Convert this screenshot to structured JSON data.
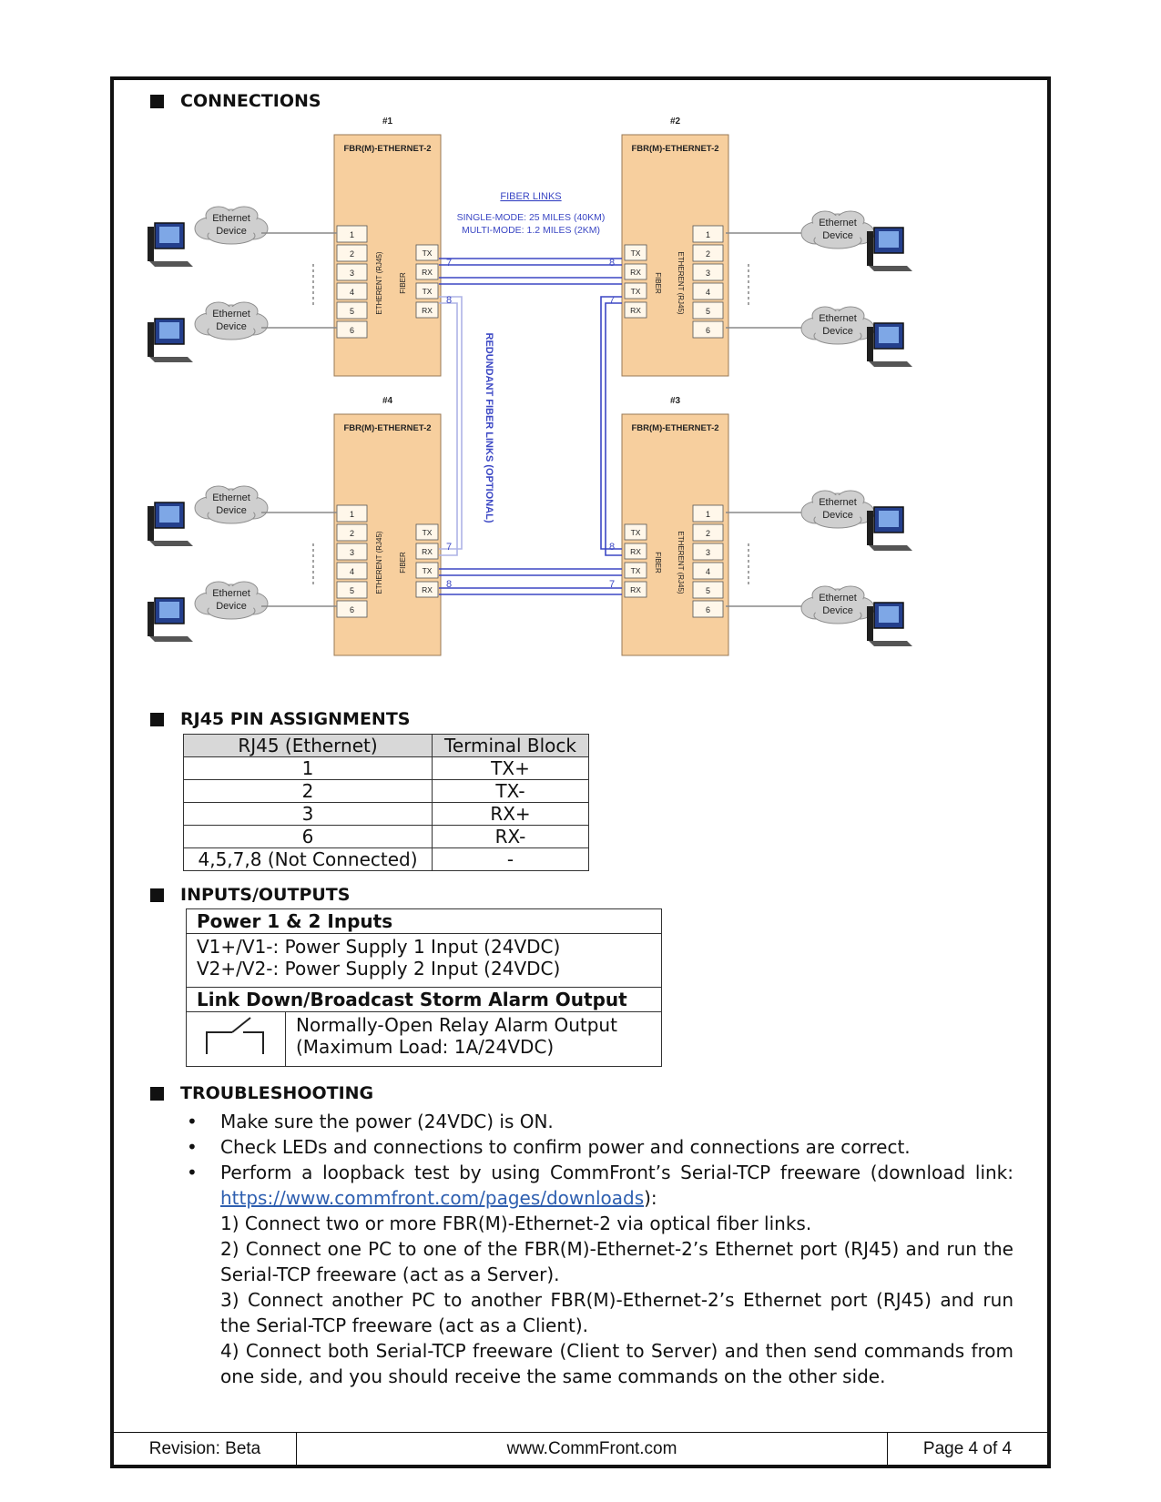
{
  "sections": {
    "connections": "CONNECTIONS",
    "rj45": "RJ45  PIN  ASSIGNMENTS",
    "io": "INPUTS/OUTPUTS",
    "troubleshooting": "TROUBLESHOOTING"
  },
  "diagram": {
    "units": [
      {
        "number": "#1",
        "model": "FBR(M)-ETHERNET-2"
      },
      {
        "number": "#2",
        "model": "FBR(M)-ETHERNET-2"
      },
      {
        "number": "#4",
        "model": "FBR(M)-ETHERNET-2"
      },
      {
        "number": "#3",
        "model": "FBR(M)-ETHERNET-2"
      }
    ],
    "ports": [
      "1",
      "2",
      "3",
      "4",
      "5",
      "6"
    ],
    "port_label": "ETHERENT (RJ45)",
    "fiber_label": "FIBER",
    "fiber_ports": [
      "TX",
      "RX",
      "TX",
      "RX"
    ],
    "device_label_1": "Ethernet",
    "device_label_2": "Device",
    "fiber_links_title": "FIBER LINKS",
    "single_mode": "SINGLE-MODE: 25 MILES (40KM)",
    "multi_mode": "MULTI-MODE: 1.2 MILES (2KM)",
    "redundant": "REDUNDANT FIBER LINKS (OPTIONAL)",
    "link_numbers": {
      "a": "7",
      "b": "8"
    },
    "colors": {
      "box": "#f7cf9e",
      "link": "#3b47c4",
      "redundant": "#aeb3e6",
      "cloud": "#cfcfcf"
    }
  },
  "rj45_table": {
    "headers": [
      "RJ45  (Ethernet)",
      "Terminal  Block"
    ],
    "rows": [
      [
        "1",
        "TX+"
      ],
      [
        "2",
        "TX-"
      ],
      [
        "3",
        "RX+"
      ],
      [
        "6",
        "RX-"
      ],
      [
        "4,5,7,8  (Not  Connected)",
        "-"
      ]
    ]
  },
  "io": {
    "power_header": "Power  1  &  2  Inputs",
    "power_line1": "V1+/V1-:  Power  Supply  1  Input  (24VDC)",
    "power_line2": "V2+/V2-:  Power  Supply  2  Input  (24VDC)",
    "alarm_header": "Link  Down/Broadcast  Storm  Alarm  Output",
    "alarm_line1": "Normally-Open  Relay  Alarm  Output",
    "alarm_line2": "(Maximum  Load:  1A/24VDC)"
  },
  "troubleshooting": {
    "bullet1": "Make sure the power (24VDC) is ON.",
    "bullet2": "Check LEDs and connections to confirm power and connections are correct.",
    "bullet3_text": "Perform a loopback test by using CommFront’s Serial-TCP freeware (download link: ",
    "bullet3_link": "https://www.commfront.com/pages/downloads",
    "bullet3_end": "):",
    "step1": "1) Connect two or more FBR(M)-Ethernet-2 via optical fiber links.",
    "step2": "2) Connect one PC to one of the FBR(M)-Ethernet-2’s Ethernet port (RJ45) and run the Serial-TCP freeware (act as a Server).",
    "step3": "3) Connect another PC to another FBR(M)-Ethernet-2’s Ethernet port (RJ45) and run the Serial-TCP freeware (act as a Client).",
    "step4": "4) Connect both Serial-TCP freeware (Client to Server) and then send commands from one side, and you should receive the same commands on the other side."
  },
  "footer": {
    "revision": "Revision:  Beta",
    "website": "www.CommFront.com",
    "page": "Page  4  of  4"
  }
}
